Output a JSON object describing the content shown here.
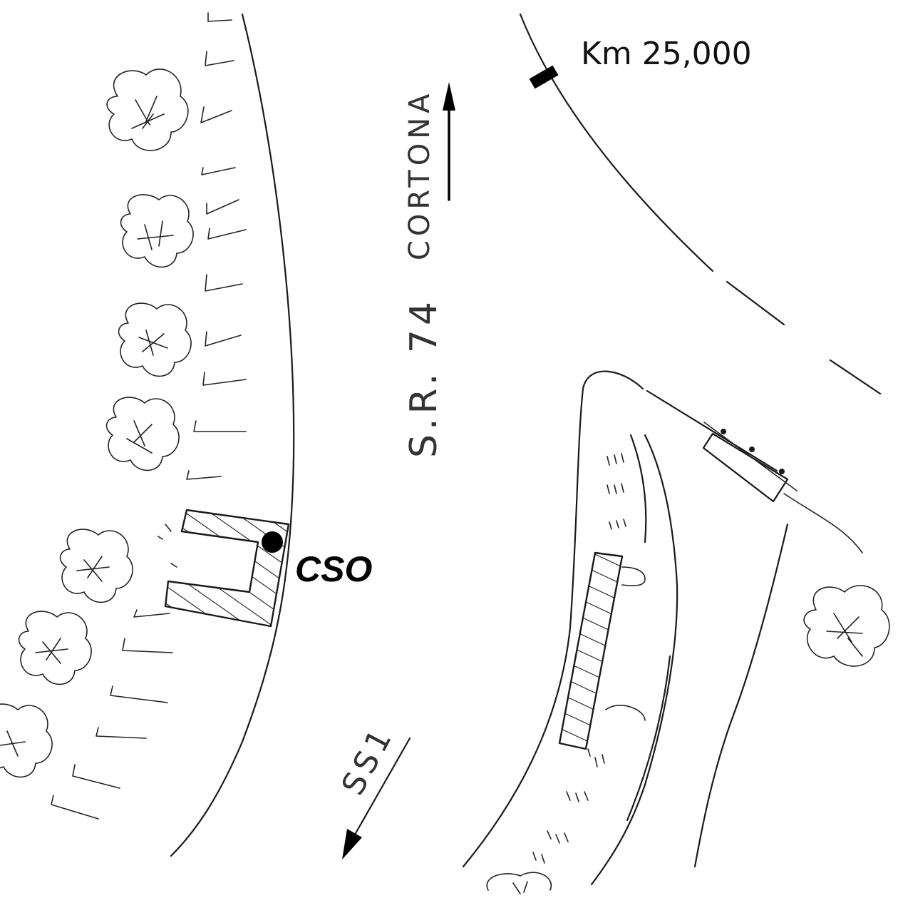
{
  "labels": {
    "km_marker": "Km 25,000",
    "road_name": "S.R. 74",
    "direction_north": "CORTONA",
    "direction_south": "SS1",
    "point_label": "CSO"
  },
  "colors": {
    "ink": "#1a1a1a",
    "background": "#ffffff"
  },
  "icons": [
    "tree-icon",
    "direction-arrow-icon",
    "km-marker-icon",
    "point-marker-icon"
  ]
}
